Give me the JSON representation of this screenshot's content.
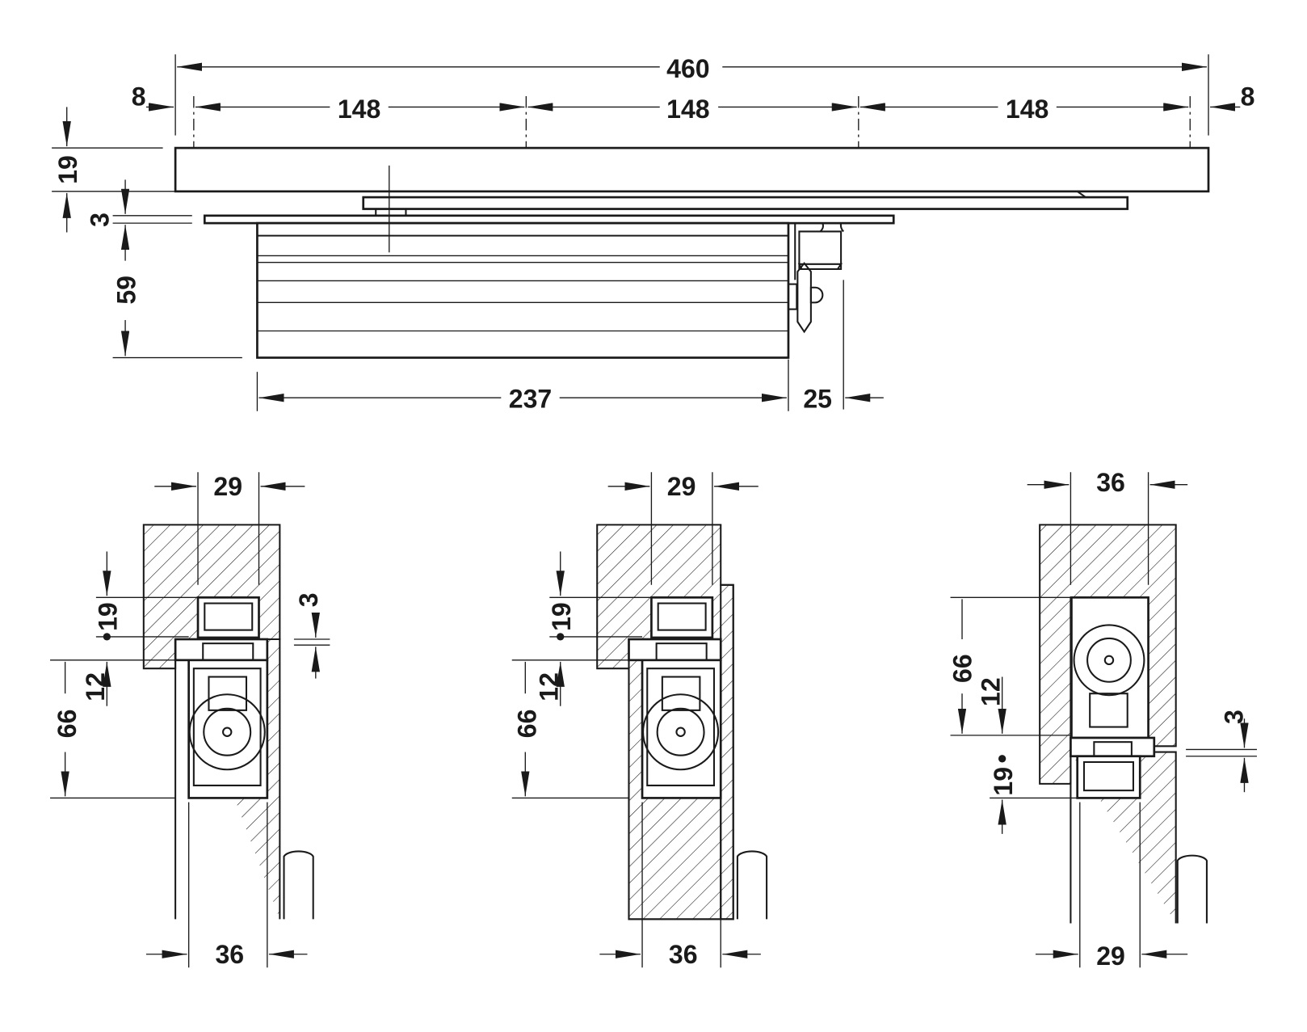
{
  "colors": {
    "line": "#1a1a1a",
    "background": "#ffffff"
  },
  "top_view": {
    "overall_length": "460",
    "offset_left": "8",
    "offset_right": "8",
    "segment_1": "148",
    "segment_2": "148",
    "segment_3": "148",
    "rail_height": "19",
    "gap": "3",
    "body_height": "59",
    "body_length": "237",
    "end_cap": "25"
  },
  "section_1": {
    "top_width": "29",
    "bottom_width": "36",
    "slider_height": "19",
    "offset": "12",
    "body_height": "66",
    "gap": "3"
  },
  "section_2": {
    "top_width": "29",
    "bottom_width": "36",
    "slider_height": "19",
    "offset": "12",
    "body_height": "66"
  },
  "section_3": {
    "top_width": "36",
    "bottom_width": "29",
    "slider_height": "19",
    "offset": "12",
    "body_height": "66",
    "gap": "3"
  }
}
